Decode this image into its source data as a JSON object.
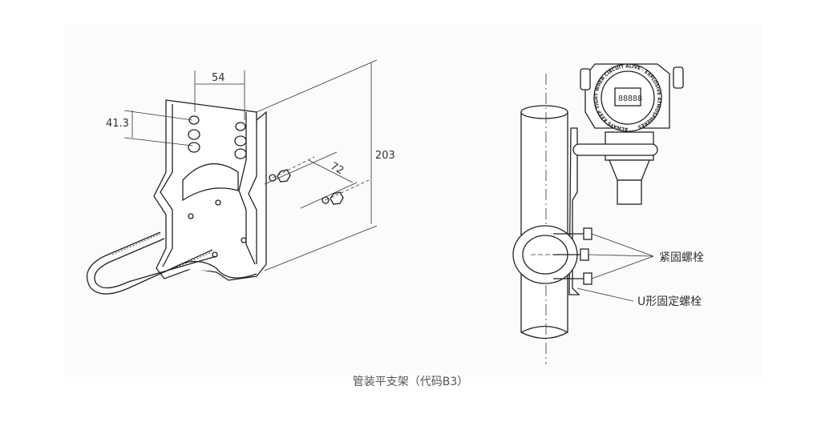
{
  "dimensions": {
    "width_54": "54",
    "spacing_41_3": "41.3",
    "depth_72": "72",
    "height_203": "203"
  },
  "callouts": {
    "fastening_bolt": "紧固螺栓",
    "u_bolt": "U形固定螺栓"
  },
  "caption": "管装平支架（代码B3）",
  "transmitter_cover_text": "ALWAYS KEEP TIGHT WHEN CIRCUIT ALIVE · EXPLOSIVE ATMOSPHERES"
}
